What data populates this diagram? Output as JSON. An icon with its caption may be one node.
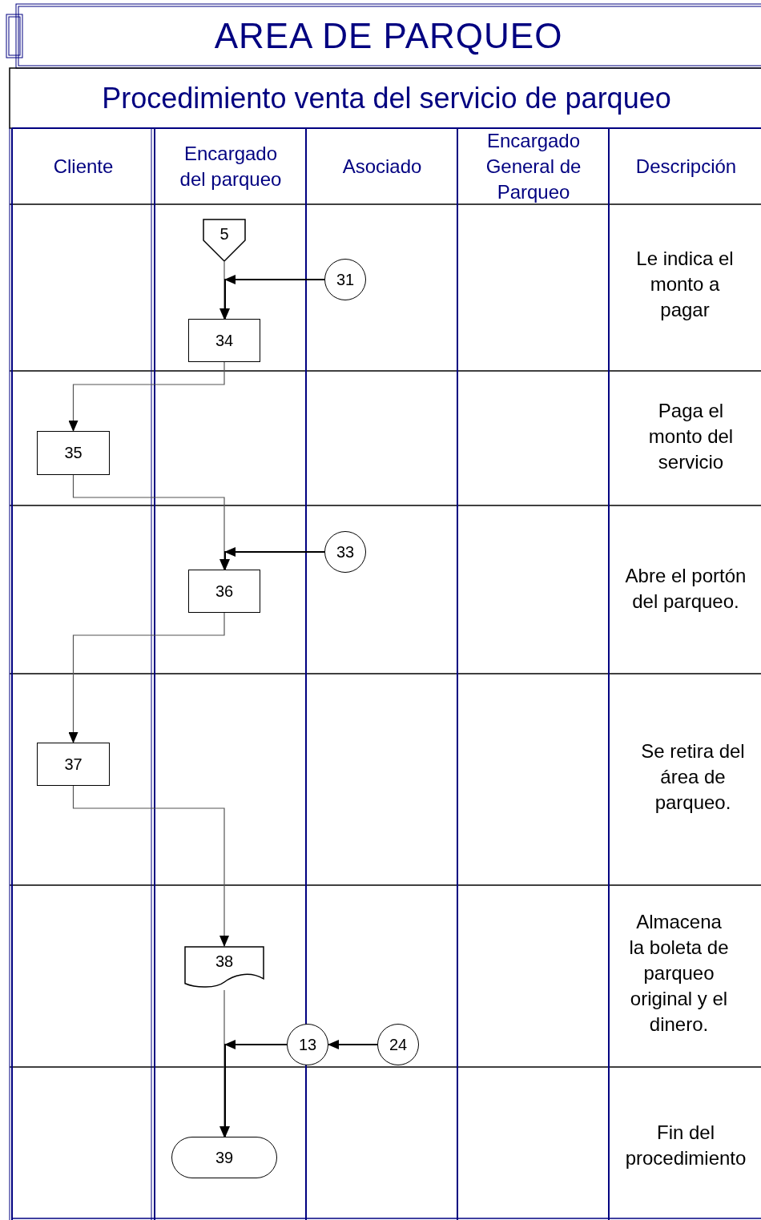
{
  "diagram": {
    "title": "AREA DE PARQUEO",
    "nodes": [
      {
        "text": [
          "5"
        ]
      },
      {
        "text": [
          "31"
        ]
      },
      {
        "text": [
          "34"
        ]
      },
      {
        "text": [
          "35"
        ]
      },
      {
        "text": [
          "33"
        ]
      },
      {
        "text": [
          "36"
        ]
      },
      {
        "text": [
          "37"
        ]
      },
      {
        "text": [
          "38"
        ]
      },
      {
        "text": [
          "24"
        ]
      },
      {
        "text": [
          "13"
        ]
      },
      {
        "text": [
          "39"
        ]
      }
    ],
    "edges": [
      {
        "from": 0,
        "to": 2,
        "arrow": "to"
      },
      {
        "from": 1,
        "to": 2,
        "arrow": "to"
      },
      {
        "from": 2,
        "to": 3,
        "arrow": "to"
      },
      {
        "from": 3,
        "to": 5,
        "arrow": "to"
      },
      {
        "from": 4,
        "to": 5,
        "arrow": "to"
      },
      {
        "from": 5,
        "to": 6,
        "arrow": "to"
      },
      {
        "from": 6,
        "to": 7,
        "arrow": "to"
      },
      {
        "from": 7,
        "to": 10,
        "arrow": "to"
      },
      {
        "from": 8,
        "to": 9,
        "arrow": "to"
      },
      {
        "from": 9,
        "to": 10,
        "arrow": "to"
      }
    ],
    "labels": [
      "Procedimiento venta del servicio de parqueo",
      "Cliente",
      "Encargado del parqueo",
      "Asociado",
      "Encargado General de Parqueo",
      "Descripción",
      "Le indica el monto a pagar",
      "Paga el monto del servicio",
      "Abre el portón del parqueo.",
      "Se retira del área de parqueo.",
      "Almacena la boleta de parqueo original y el dinero.",
      "Fin del procedimiento"
    ]
  }
}
